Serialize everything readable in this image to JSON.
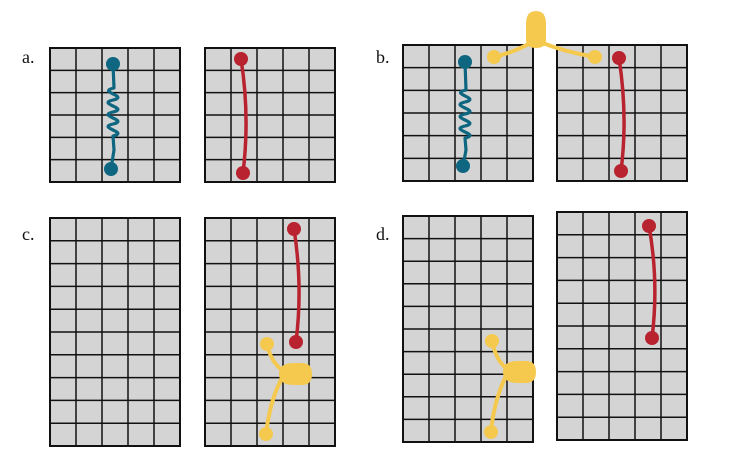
{
  "panels": [
    {
      "key": "a",
      "label": "a."
    },
    {
      "key": "b",
      "label": "b."
    },
    {
      "key": "c",
      "label": "c."
    },
    {
      "key": "d",
      "label": "d."
    }
  ],
  "colors": {
    "grid_fill": "#d4d4d4",
    "grid_line": "#111111",
    "spring": "#0e6680",
    "rod": "#b8232f",
    "yellow": "#f5c94e"
  }
}
